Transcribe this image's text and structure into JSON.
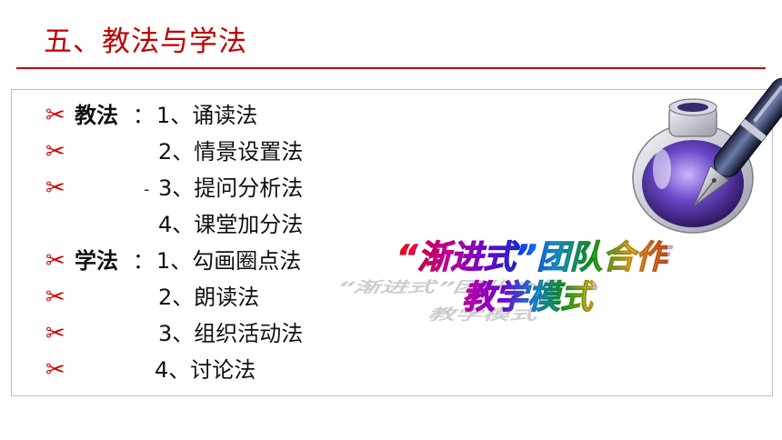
{
  "slide": {
    "title": "五、教法与学法"
  },
  "teaching": {
    "label": "教法",
    "colon": "：",
    "items": [
      "1、诵读法",
      "2、情景设置法",
      "3、提问分析法",
      "4、课堂加分法"
    ],
    "dash": "-"
  },
  "learning": {
    "label": "学法",
    "colon": "：",
    "items": [
      "1、勾画圈点法",
      "2、朗读法",
      "3、组织活动法",
      "4、讨论法"
    ]
  },
  "slogan": {
    "line1": "“渐进式”团队合作",
    "line2": "教学模式"
  },
  "icons": {
    "bullet": "scissors-icon",
    "illustration": "ink-pen-icon"
  },
  "colors": {
    "title": "#c00000",
    "bullet": "#d40000",
    "ink": "#5a3aa8"
  }
}
